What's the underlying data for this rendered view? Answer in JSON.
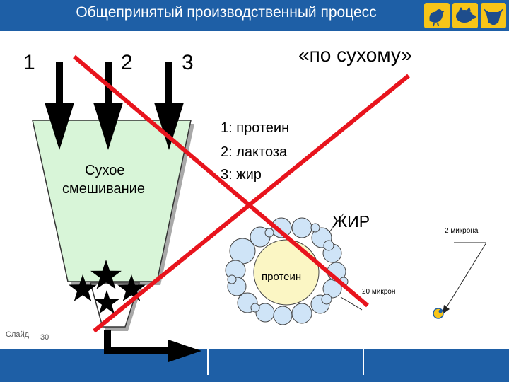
{
  "header": {
    "title": "Общепринятый производственный процесс",
    "icons": [
      "chicken-icon",
      "pig-icon",
      "cow-icon"
    ]
  },
  "diagram": {
    "stream_labels": [
      "1",
      "2",
      "3"
    ],
    "method_label": "«по сухому»",
    "hopper_label_line1": "Сухое",
    "hopper_label_line2": "смешивание",
    "ingredients": [
      "1: протеин",
      "2: лактоза",
      "3: жир"
    ],
    "fat_label": "ЖИР",
    "core_label": "протеин",
    "size_small": "2 микрона",
    "size_large": "20 микрон"
  },
  "footer": {
    "slide_label": "Слайд",
    "slide_number": "30"
  },
  "colors": {
    "header_bar": "#1e5fa6",
    "icon_bg": "#f7c518",
    "hopper_fill": "#d8f5d8",
    "fat_droplet": "#cfe4f7",
    "protein_core": "#fbf6c4",
    "cross_out": "#e8141d"
  }
}
